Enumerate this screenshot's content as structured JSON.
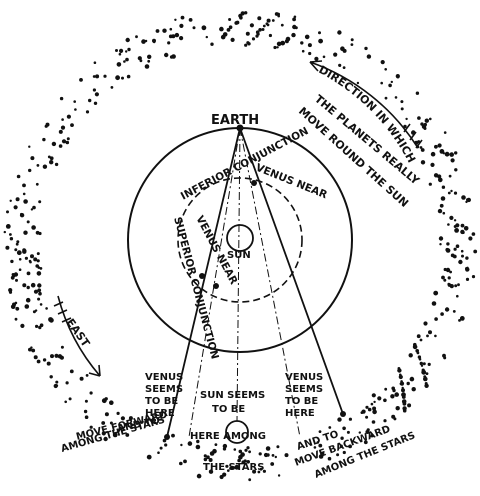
{
  "labels": {
    "earth": "EARTH",
    "sun": "SUN",
    "inferior_conj": "INFERIOR CONJUNCTION",
    "venus_near_top": "VENUS NEAR",
    "venus_near_left": "VENUS NEAR",
    "superior_conj": "SUPERIOR CONJUNCTION",
    "direction_line1": "DIRECTION IN WHICH",
    "direction_line2": "THE PLANETS REALLY",
    "direction_line3": "MOVE ROUND THE SUN",
    "east": "EAST",
    "venus_left_1": "VENUS",
    "venus_left_2": "SEEMS",
    "venus_left_3": "TO BE",
    "venus_left_4": "HERE",
    "sun_seems_1": "SUN SEEMS",
    "sun_seems_2": "TO BE",
    "sun_seems_3": "HERE AMONG",
    "venus_right_1": "VENUS",
    "venus_right_2": "SEEMS",
    "venus_right_3": "TO BE",
    "venus_right_4": "HERE",
    "forward_1": "AND TO",
    "forward_2": "MOVE FORWARD",
    "forward_3": "AMONG THE STARS",
    "the_stars": "THE STARS",
    "backward_1": "AND TO",
    "backward_2": "MOVE BACKWARD",
    "backward_3": "AMONG THE STARS"
  },
  "colors": {
    "ink": "#111111",
    "paper": "#ffffff"
  }
}
